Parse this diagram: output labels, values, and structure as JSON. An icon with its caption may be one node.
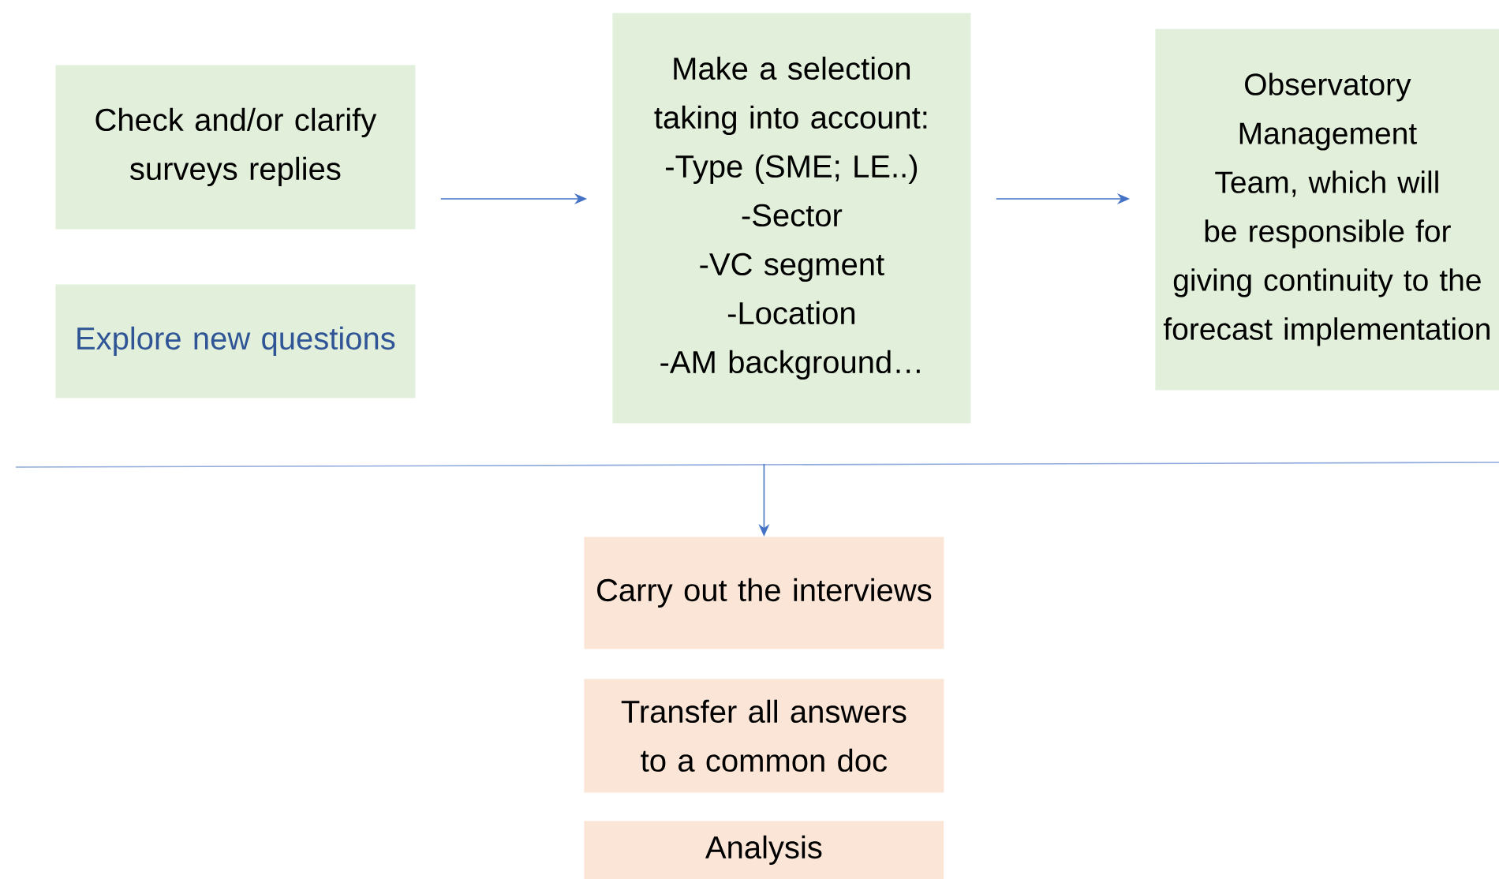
{
  "diagram": {
    "nodes": [
      {
        "text": [
          "Check and/or clarify surveys replies"
        ]
      },
      {
        "text": [
          "Explore new questions"
        ]
      },
      {
        "text": [
          "Make a selection taking into account:",
          "-Type (SME; LE..)",
          "-Sector",
          "-VC segment",
          "-Location",
          "-AM background…"
        ]
      },
      {
        "text": [
          "Observatory Management Team, which will be responsible for giving continuity to the forecast implementation"
        ]
      },
      {
        "text": [
          "Carry out the interviews"
        ]
      },
      {
        "text": [
          "Transfer all answers to a common doc"
        ]
      },
      {
        "text": [
          "Analysis"
        ]
      }
    ],
    "edges": [
      {
        "from": 0,
        "to": 2,
        "arrow": "to"
      },
      {
        "from": 2,
        "to": 3,
        "arrow": "to"
      },
      {
        "from": null,
        "to": 4,
        "arrow": "to"
      }
    ]
  }
}
